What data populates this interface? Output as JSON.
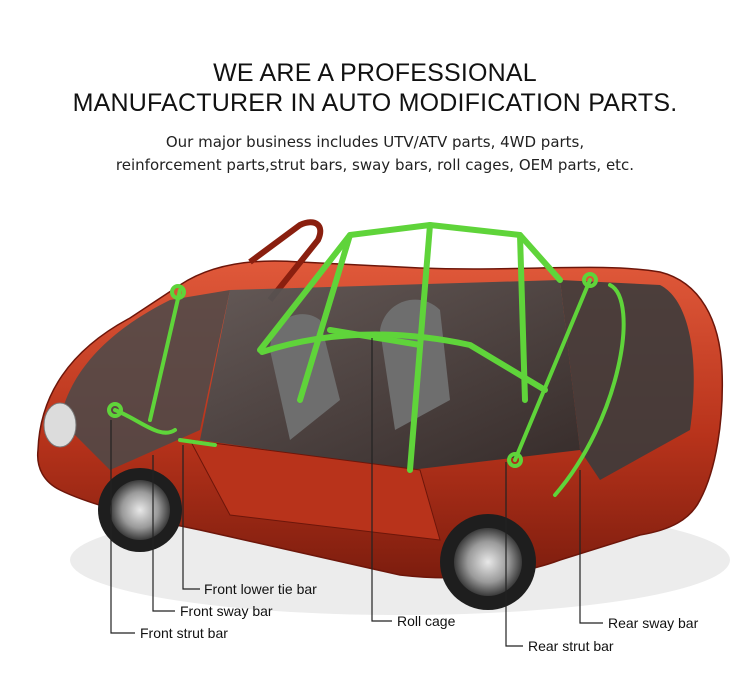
{
  "header": {
    "title_line1": "WE ARE A PROFESSIONAL",
    "title_line2": "MANUFACTURER IN AUTO MODIFICATION PARTS.",
    "subtitle_line1": "Our major business includes UTV/ATV parts, 4WD parts,",
    "subtitle_line2": "reinforcement parts,strut bars, sway bars, roll cages, OEM parts, etc."
  },
  "colors": {
    "car_body": "#c53a1f",
    "roll_cage": "#5fd43a",
    "callout_line": "#222222"
  },
  "callouts": {
    "front_lower_tie_bar": "Front lower tie bar",
    "front_sway_bar": "Front sway bar",
    "front_strut_bar": "Front strut bar",
    "roll_cage": "Roll cage",
    "rear_strut_bar": "Rear strut bar",
    "rear_sway_bar": "Rear sway bar"
  }
}
